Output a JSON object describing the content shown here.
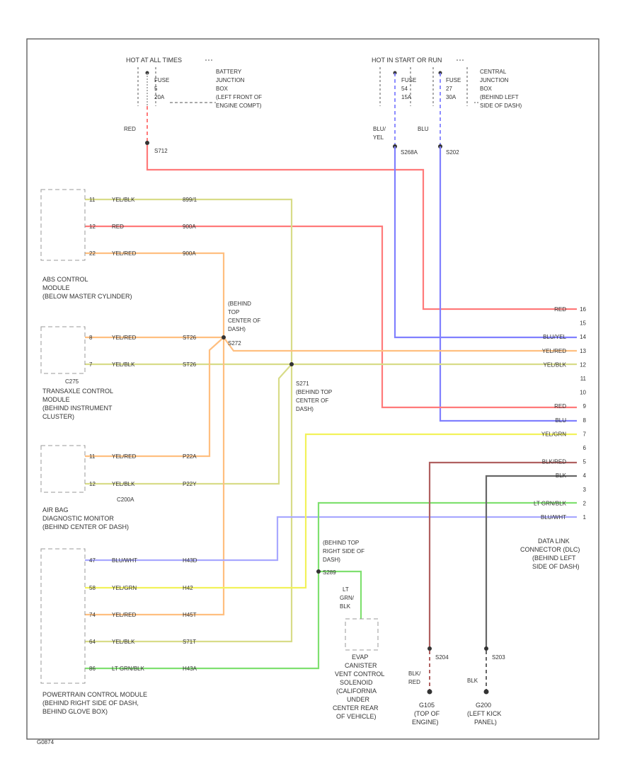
{
  "power_sources": {
    "hot_at_all_times": "HOT AT ALL TIMES",
    "hot_in_start_or_run": "HOT IN START OR RUN"
  },
  "fuses": {
    "f1": [
      "FUSE",
      "5",
      "20A"
    ],
    "f2": [
      "FUSE",
      "54",
      "15A"
    ],
    "f3": [
      "FUSE",
      "27",
      "30A"
    ]
  },
  "junction_boxes": {
    "battery": [
      "BATTERY",
      "JUNCTION",
      "BOX",
      "(LEFT FRONT OF",
      "ENGINE COMPT)"
    ],
    "central": [
      "CENTRAL",
      "JUNCTION",
      "BOX",
      "(BEHIND LEFT",
      "SIDE OF DASH)"
    ]
  },
  "splices": {
    "s712": "S712",
    "s268a": "S268A",
    "s202": "S202",
    "s271_lines": [
      "S271",
      "(BEHIND TOP",
      "CENTER OF",
      "DASH)"
    ],
    "s272_lines": [
      "(BEHIND",
      "TOP",
      "CENTER OF",
      "DASH)",
      "S272"
    ],
    "s289_lines": [
      "(BEHIND TOP",
      "RIGHT SIDE OF",
      "DASH)",
      "S289"
    ],
    "s204": "S204",
    "s203": "S203"
  },
  "modules": {
    "abs": [
      "ABS CONTROL",
      "MODULE",
      "(BELOW MASTER CYLINDER)"
    ],
    "transaxle_connector": "C275",
    "transaxle": [
      "TRANSAXLE CONTROL",
      "MODULE",
      "(BEHIND INSTRUMENT",
      "CLUSTER)"
    ],
    "airbag_connector": "C200A",
    "airbag": [
      "AIR BAG",
      "DIAGNOSTIC MONITOR",
      "(BEHIND CENTER OF DASH)"
    ],
    "pcm": [
      "POWERTRAIN CONTROL MODULE",
      "(BEHIND RIGHT SIDE OF DASH,",
      "BEHIND GLOVE BOX)"
    ],
    "evap": [
      "EVAP",
      "CANISTER",
      "VENT CONTROL",
      "SOLENOID",
      "(CALIFORNIA",
      "UNDER",
      "CENTER REAR",
      "OF VEHICLE)"
    ],
    "dlc": [
      "DATA LINK",
      "CONNECTOR (DLC)",
      "(BEHIND LEFT",
      "SIDE OF DASH)"
    ]
  },
  "grounds": {
    "g105": [
      "G105",
      "(TOP OF",
      "ENGINE)"
    ],
    "g200": [
      "G200",
      "(LEFT KICK",
      "PANEL)"
    ]
  },
  "wire_colors": {
    "red": "RED",
    "blu_yel": [
      "BLU/",
      "YEL"
    ],
    "blu": "BLU",
    "lt_grn_blk": [
      "LT",
      "GRN/",
      "BLK"
    ],
    "blk_red": [
      "BLK/",
      "RED"
    ],
    "blk": "BLK"
  },
  "abs_pins": [
    {
      "pin": "11",
      "color": "YEL/BLK",
      "circuit": "899/1"
    },
    {
      "pin": "12",
      "color": "RED",
      "circuit": "900A"
    },
    {
      "pin": "22",
      "color": "YEL/RED",
      "circuit": "900A"
    }
  ],
  "tcm_pins": [
    {
      "pin": "8",
      "color": "YEL/RED",
      "circuit": "ST26"
    },
    {
      "pin": "7",
      "color": "YEL/BLK",
      "circuit": "ST26"
    }
  ],
  "airbag_pins": [
    {
      "pin": "11",
      "color": "YEL/RED",
      "circuit": "P22A"
    },
    {
      "pin": "12",
      "color": "YEL/BLK",
      "circuit": "P22Y"
    }
  ],
  "pcm_pins": [
    {
      "pin": "47",
      "color": "BLU/WHT",
      "circuit": "H43D"
    },
    {
      "pin": "58",
      "color": "YEL/GRN",
      "circuit": "H42"
    },
    {
      "pin": "74",
      "color": "YEL/RED",
      "circuit": "H45T"
    },
    {
      "pin": "64",
      "color": "YEL/BLK",
      "circuit": "S71T"
    },
    {
      "pin": "86",
      "color": "LT GRN/BLK",
      "circuit": "H43A"
    }
  ],
  "dlc_pins": [
    {
      "pin": "16",
      "color": "RED"
    },
    {
      "pin": "15",
      "color": ""
    },
    {
      "pin": "14",
      "color": "BLU/YEL"
    },
    {
      "pin": "13",
      "color": "YEL/RED"
    },
    {
      "pin": "12",
      "color": "YEL/BLK"
    },
    {
      "pin": "11",
      "color": ""
    },
    {
      "pin": "10",
      "color": ""
    },
    {
      "pin": "9",
      "color": "RED"
    },
    {
      "pin": "8",
      "color": "BLU"
    },
    {
      "pin": "7",
      "color": "YEL/GRN"
    },
    {
      "pin": "6",
      "color": ""
    },
    {
      "pin": "5",
      "color": "BLK/RED"
    },
    {
      "pin": "4",
      "color": "BLK"
    },
    {
      "pin": "3",
      "color": ""
    },
    {
      "pin": "2",
      "color": "LT GRN/BLK"
    },
    {
      "pin": "1",
      "color": "BLU/WHT"
    }
  ],
  "figure_id": "G0874",
  "colors": {
    "red": "#ff7a7a",
    "yellow_black": "#d8dc88",
    "yellow_red": "#ffbf80",
    "yellow_green": "#f2f25a",
    "lt_green_black": "#7fe070",
    "blue": "#8080ff",
    "blue_white": "#a8a8ff",
    "blk_red": "#b06060",
    "black": "#666666"
  }
}
